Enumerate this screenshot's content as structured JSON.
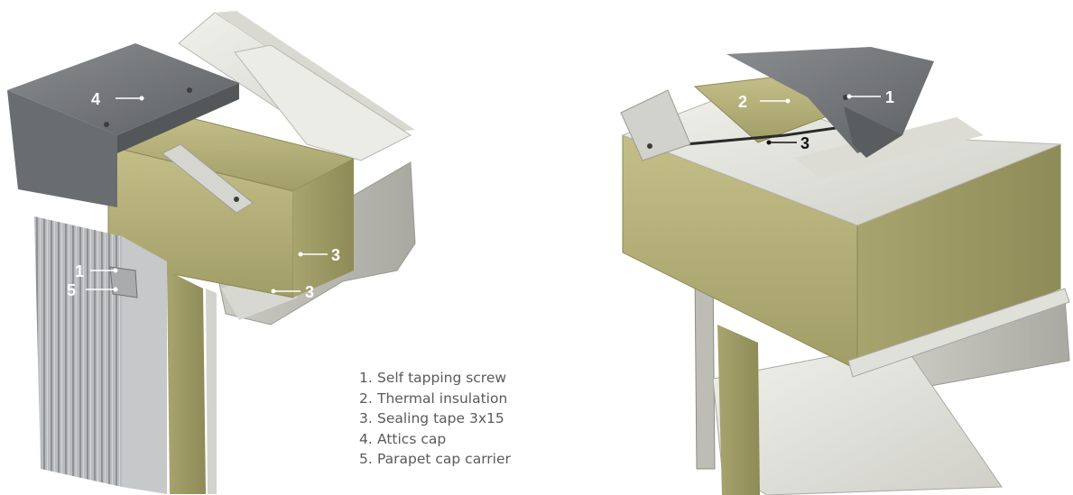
{
  "callouts": {
    "left": [
      {
        "num": "4",
        "color": "#ffffff"
      },
      {
        "num": "1",
        "color": "#ffffff"
      },
      {
        "num": "5",
        "color": "#ffffff"
      },
      {
        "num": "3",
        "color": "#ffffff"
      },
      {
        "num": "3",
        "color": "#ffffff"
      }
    ],
    "right": [
      {
        "num": "2",
        "color": "#ffffff"
      },
      {
        "num": "1",
        "color": "#ffffff"
      },
      {
        "num": "3",
        "color": "#111111"
      }
    ]
  },
  "legend": {
    "items": [
      {
        "num": "1.",
        "label": "Self tapping screw"
      },
      {
        "num": "2.",
        "label": "Thermal insulation"
      },
      {
        "num": "3.",
        "label": "Sealing tape 3x15"
      },
      {
        "num": "4.",
        "label": "Attics cap"
      },
      {
        "num": "5.",
        "label": "Parapet cap carrier"
      }
    ]
  },
  "colors": {
    "metal_light": "#e6e6df",
    "metal_mid": "#c9c9c2",
    "cap_dark": "#6f7275",
    "insulation": "#b6b27c",
    "legend_text": "#5a5a5a"
  }
}
